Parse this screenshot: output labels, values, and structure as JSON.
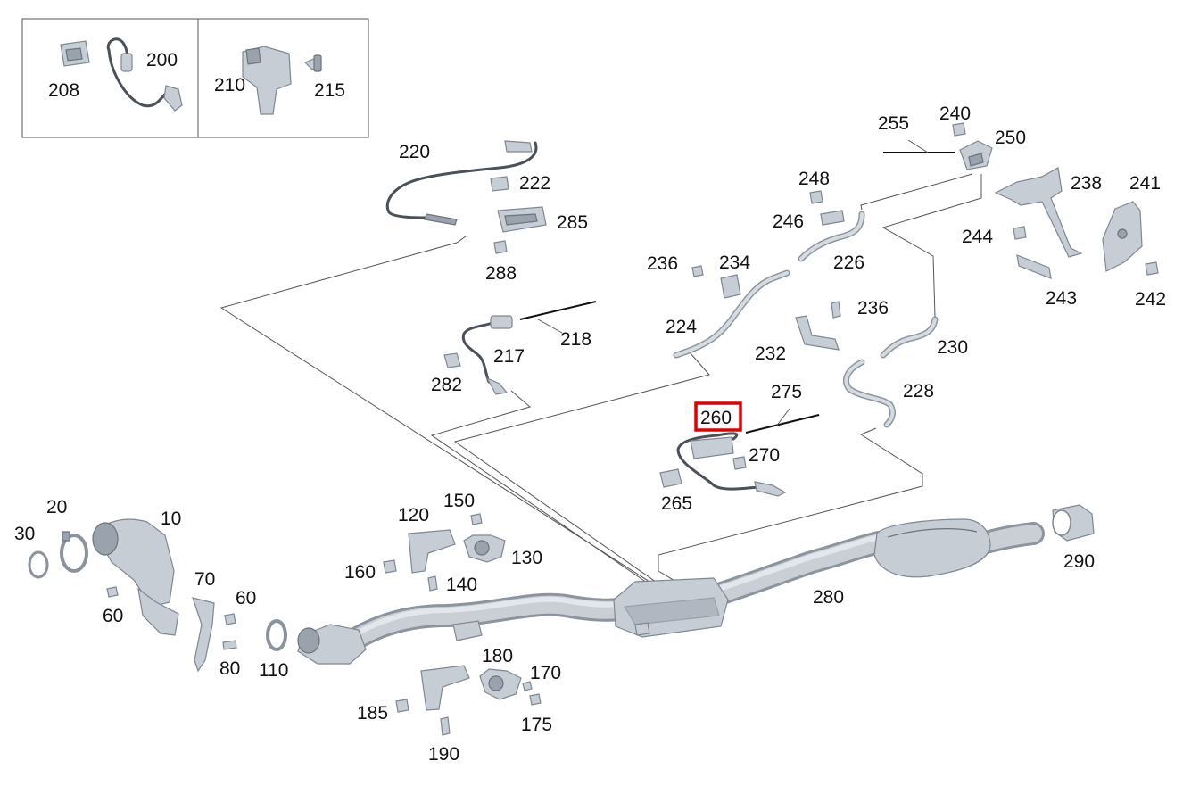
{
  "diagram": {
    "inset_labels": {
      "p208": "208",
      "p200": "200",
      "p210": "210",
      "p215": "215"
    },
    "labels": {
      "p220": "220",
      "p222": "222",
      "p285": "285",
      "p288": "288",
      "p255": "255",
      "p240": "240",
      "p250": "250",
      "p248": "248",
      "p246": "246",
      "p226": "226",
      "p238": "238",
      "p241": "241",
      "p244": "244",
      "p243": "243",
      "p242": "242",
      "p236a": "236",
      "p234": "234",
      "p224": "224",
      "p236b": "236",
      "p232": "232",
      "p230": "230",
      "p228": "228",
      "p218": "218",
      "p217": "217",
      "p282": "282",
      "p275": "275",
      "p270": "270",
      "p265": "265",
      "p20": "20",
      "p10": "10",
      "p30": "30",
      "p60a": "60",
      "p70": "70",
      "p60b": "60",
      "p80": "80",
      "p110": "110",
      "p120": "120",
      "p150": "150",
      "p130": "130",
      "p160": "160",
      "p140": "140",
      "p180": "180",
      "p170": "170",
      "p185": "185",
      "p175": "175",
      "p190": "190",
      "p280": "280",
      "p290": "290"
    },
    "highlighted": {
      "label": "260",
      "color": "#e00000"
    }
  }
}
